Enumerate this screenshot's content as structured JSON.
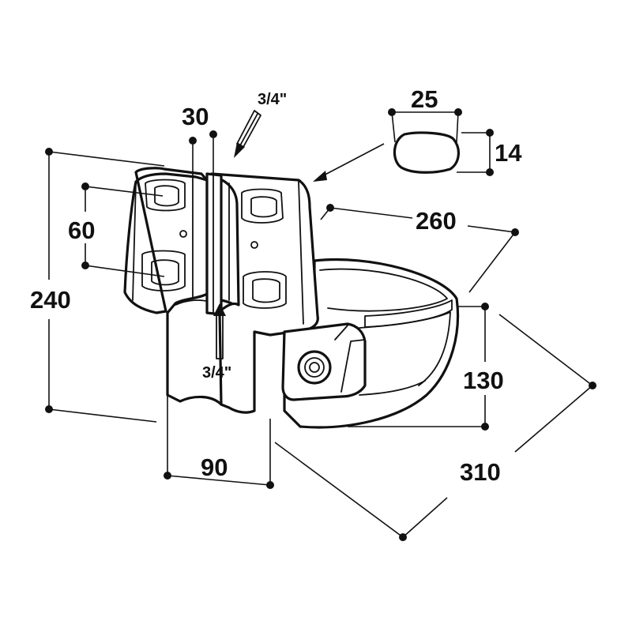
{
  "dimensions": {
    "width_top": "25",
    "height_side": "14",
    "length_260": "260",
    "height_130": "130",
    "diagonal_310": "310",
    "depth_90": "90",
    "total_height": "240",
    "hole_spacing": "60",
    "plate_width": "30",
    "thread_top": "3/4\"",
    "thread_bottom": "3/4\""
  },
  "colors": {
    "line": "#111111",
    "background": "#ffffff"
  }
}
